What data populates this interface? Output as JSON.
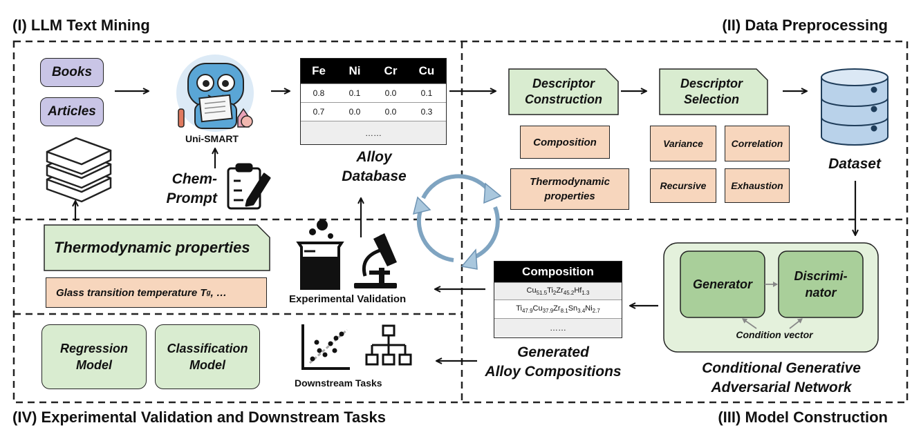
{
  "sections": {
    "s1": "(I) LLM Text Mining",
    "s2": "(II) Data Preprocessing",
    "s3": "(III) Model Construction",
    "s4": "(IV) Experimental Validation and Downstream Tasks"
  },
  "mining": {
    "books": "Books",
    "articles": "Articles",
    "unismart": "Uni-SMART",
    "chem_prompt_1": "Chem-",
    "chem_prompt_2": "Prompt"
  },
  "alloy_db": {
    "headers": [
      "Fe",
      "Ni",
      "Cr",
      "Cu"
    ],
    "rows": [
      [
        "0.8",
        "0.1",
        "0.0",
        "0.1"
      ],
      [
        "0.7",
        "0.0",
        "0.0",
        "0.3"
      ]
    ],
    "ellipsis": "……",
    "caption_1": "Alloy",
    "caption_2": "Database"
  },
  "preprocessing": {
    "descriptor_construction_1": "Descriptor",
    "descriptor_construction_2": "Construction",
    "descriptor_selection_1": "Descriptor",
    "descriptor_selection_2": "Selection",
    "composition": "Composition",
    "thermo_props_1": "Thermodynamic",
    "thermo_props_2": "properties",
    "variance": "Variance",
    "correlation": "Correlation",
    "recursive": "Recursive",
    "exhaustion": "Exhaustion",
    "dataset": "Dataset"
  },
  "model": {
    "generator": "Generator",
    "discriminator_1": "Discrimi-",
    "discriminator_2": "nator",
    "condition_vector": "Condition vector",
    "cgan_1": "Conditional Generative",
    "cgan_2": "Adversarial Network"
  },
  "generated": {
    "header": "Composition",
    "ellipsis": "……",
    "caption_1": "Generated",
    "caption_2": "Alloy Compositions"
  },
  "validation": {
    "thermo_title": "Thermodynamic properties",
    "glass_prefix": "Glass transition temperature T",
    "glass_sub": "g",
    "glass_suffix": ", …",
    "experimental_validation": "Experimental Validation",
    "regression_1": "Regression",
    "regression_2": "Model",
    "classification_1": "Classification",
    "classification_2": "Model",
    "downstream": "Downstream Tasks"
  }
}
